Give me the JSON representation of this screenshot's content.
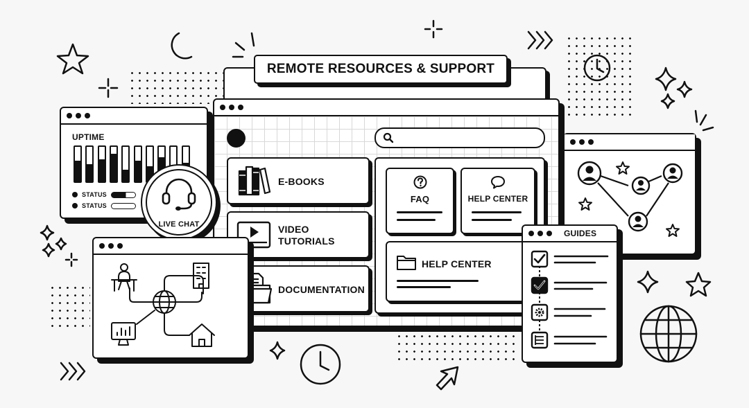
{
  "banner": {
    "title": "REMOTE RESOURCES & SUPPORT"
  },
  "uptime": {
    "title": "UPTIME",
    "status_1": "STATUS",
    "status_2": "STATUS",
    "level": [
      0.6,
      0.5,
      0.65,
      0.8,
      0.35,
      0.6,
      0.45,
      0.7,
      0.4,
      0.55
    ]
  },
  "live_chat": {
    "label": "LIVE CHAT"
  },
  "search": {
    "placeholder": ""
  },
  "resources": [
    {
      "label": "E-BOOKS",
      "icon": "books-icon"
    },
    {
      "label": "VIDEO TUTORIALS",
      "icon": "video-play-icon"
    },
    {
      "label": "DOCUMENTATION",
      "icon": "folder-documents-icon"
    }
  ],
  "support": {
    "faq": "FAQ",
    "help_center_1": "HELP CENTER",
    "help_center_2": "HELP CENTER"
  },
  "guides": {
    "title": "GUIDES",
    "checked": [
      true,
      true,
      false,
      false
    ]
  }
}
